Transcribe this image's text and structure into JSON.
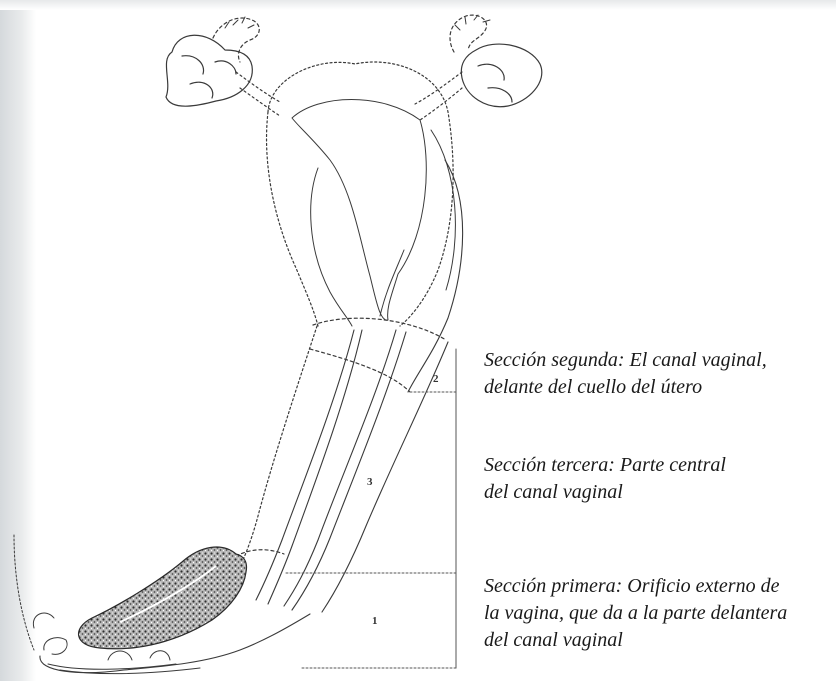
{
  "sections": [
    {
      "number": "2",
      "lines": [
        "Sección segunda: El canal vaginal,",
        "delante del cuello del útero"
      ]
    },
    {
      "number": "3",
      "lines": [
        "Sección tercera: Parte central",
        "del canal vaginal"
      ]
    },
    {
      "number": "1",
      "lines": [
        "Sección primera: Orificio externo de",
        "la vagina, que da a la parte delantera",
        "del canal vaginal"
      ]
    }
  ]
}
